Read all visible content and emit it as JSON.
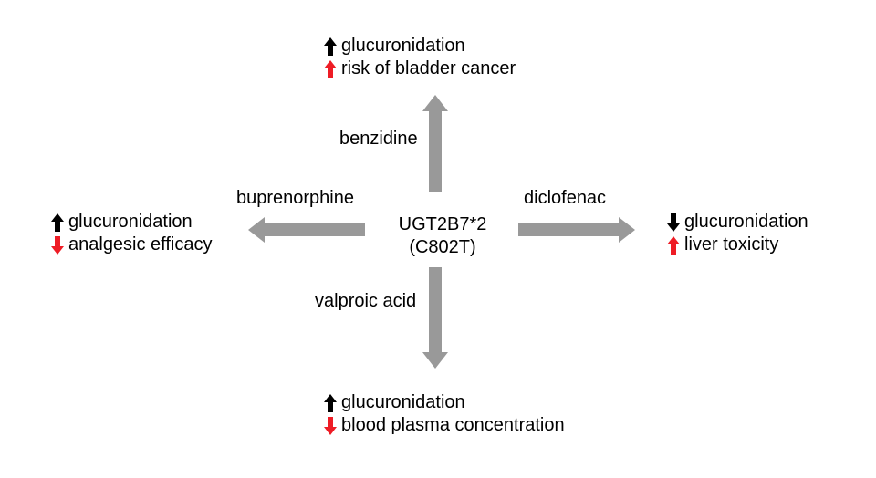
{
  "center": {
    "line1": "UGT2B7*2",
    "line2": "(C802T)"
  },
  "colors": {
    "arrow": "#999999",
    "up_down_black": "#000000",
    "up_down_red": "#ee1c25"
  },
  "branches": {
    "top": {
      "drug": "benzidine",
      "effects": [
        {
          "dir": "up",
          "color": "black",
          "text": "glucuronidation"
        },
        {
          "dir": "up",
          "color": "red",
          "text": "risk of bladder cancer"
        }
      ]
    },
    "left": {
      "drug": "buprenorphine",
      "effects": [
        {
          "dir": "up",
          "color": "black",
          "text": "glucuronidation"
        },
        {
          "dir": "down",
          "color": "red",
          "text": "analgesic efficacy"
        }
      ]
    },
    "right": {
      "drug": "diclofenac",
      "effects": [
        {
          "dir": "down",
          "color": "black",
          "text": "glucuronidation"
        },
        {
          "dir": "up",
          "color": "red",
          "text": "liver toxicity"
        }
      ]
    },
    "bottom": {
      "drug": "valproic acid",
      "effects": [
        {
          "dir": "up",
          "color": "black",
          "text": "glucuronidation"
        },
        {
          "dir": "down",
          "color": "red",
          "text": "blood plasma concentration"
        }
      ]
    }
  }
}
